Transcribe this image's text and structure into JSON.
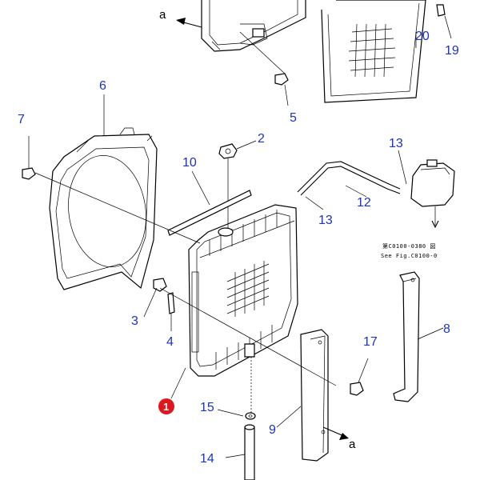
{
  "callouts": {
    "n1": "1",
    "n2": "2",
    "n3": "3",
    "n4": "4",
    "n5": "5",
    "n6": "6",
    "n7": "7",
    "n8": "8",
    "n9": "9",
    "n10": "10",
    "n12": "12",
    "n13a": "13",
    "n13b": "13",
    "n14": "14",
    "n15": "15",
    "n17": "17",
    "n19": "19",
    "n20": "20"
  },
  "arrow_labels": {
    "top": "a",
    "bottom": "a"
  },
  "note": {
    "line1": "第C0100-0380 図",
    "line2": "See Fig.C0100-0"
  },
  "colors": {
    "callout_text": "#1a33c8",
    "highlight_badge": "#e0161c",
    "lines": "#000000"
  }
}
